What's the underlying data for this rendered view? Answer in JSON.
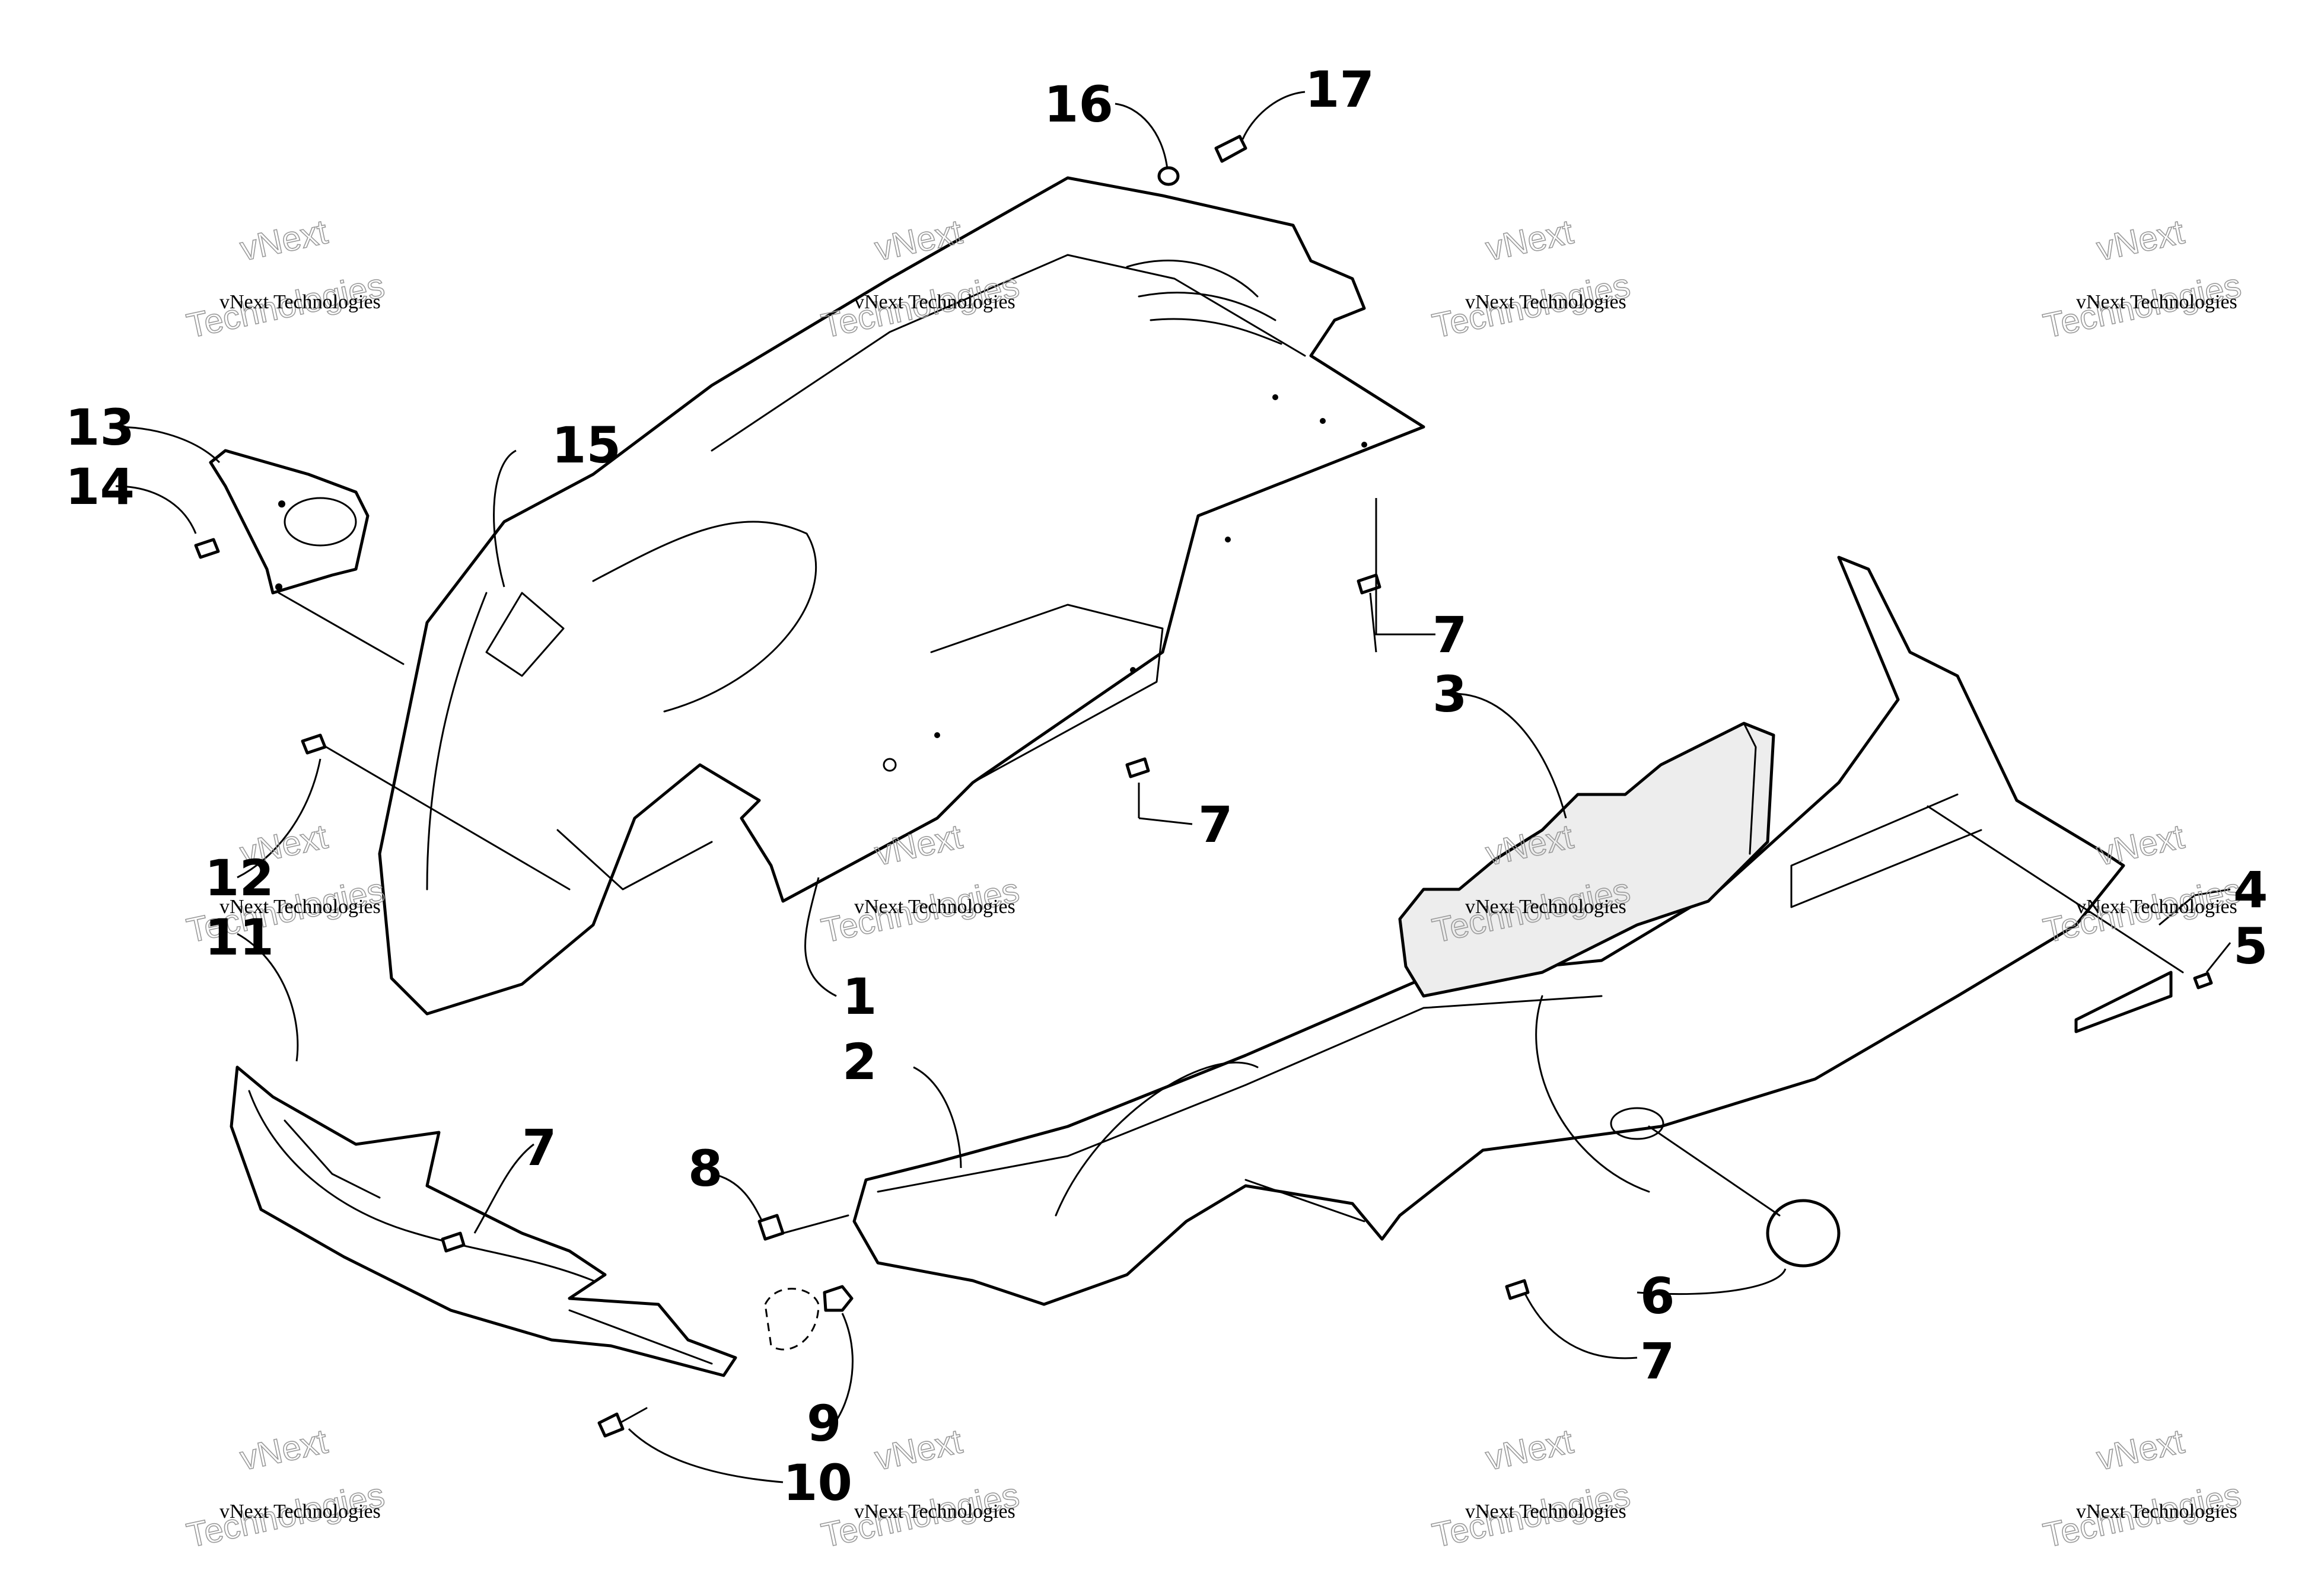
{
  "callouts": [
    {
      "id": "label-16",
      "text": "16"
    },
    {
      "id": "label-17",
      "text": "17"
    },
    {
      "id": "label-13",
      "text": "13"
    },
    {
      "id": "label-14",
      "text": "14"
    },
    {
      "id": "label-15",
      "text": "15"
    },
    {
      "id": "label-7a",
      "text": "7"
    },
    {
      "id": "label-3",
      "text": "3"
    },
    {
      "id": "label-7b",
      "text": "7"
    },
    {
      "id": "label-12",
      "text": "12"
    },
    {
      "id": "label-11",
      "text": "11"
    },
    {
      "id": "label-1",
      "text": "1"
    },
    {
      "id": "label-2",
      "text": "2"
    },
    {
      "id": "label-4",
      "text": "4"
    },
    {
      "id": "label-5",
      "text": "5"
    },
    {
      "id": "label-7c",
      "text": "7"
    },
    {
      "id": "label-8",
      "text": "8"
    },
    {
      "id": "label-6",
      "text": "6"
    },
    {
      "id": "label-7d",
      "text": "7"
    },
    {
      "id": "label-9",
      "text": "9"
    },
    {
      "id": "label-10",
      "text": "10"
    }
  ],
  "watermark": {
    "line1": "vNext Technologies",
    "line2": "vNext",
    "line3": "Technologies"
  }
}
